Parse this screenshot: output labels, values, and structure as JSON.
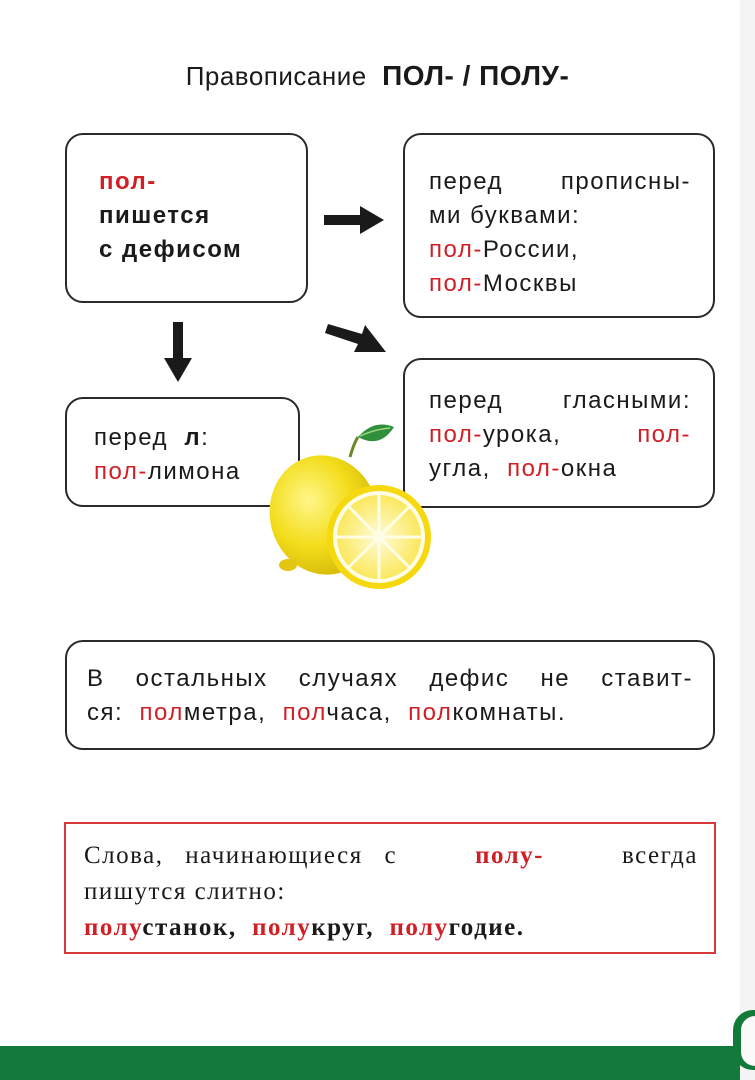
{
  "title": {
    "prefix": "Правописание",
    "forms": "ПОЛ- / ПОЛУ-"
  },
  "rule_main": {
    "prefix": "пол-",
    "line1": "пишется",
    "line2": "с дефисом"
  },
  "rule_capitals": {
    "line1": "перед прописны-",
    "line2": "ми буквами:",
    "ex1_prefix": "пол-",
    "ex1_rest": "России,",
    "ex2_prefix": "пол-",
    "ex2_rest": "Москвы"
  },
  "rule_l": {
    "line1": "перед",
    "letter": "л",
    "colon": ":",
    "ex_prefix": "пол-",
    "ex_rest": "лимона"
  },
  "rule_vowels": {
    "line1": "перед гласными:",
    "ex1_prefix": "пол-",
    "ex1_rest": "урока,",
    "ex2_prefix": "пол-",
    "ex2_rest": "угла,",
    "ex3_prefix": "пол-",
    "ex3_rest": "окна"
  },
  "rule_other": {
    "line1": "В остальных случаях дефис не ставит-",
    "line2_start": "ся:",
    "ex1_prefix": "пол",
    "ex1_rest": "метра,",
    "ex2_prefix": "пол",
    "ex2_rest": "часа,",
    "ex3_prefix": "пол",
    "ex3_rest": "комнаты."
  },
  "rule_polu": {
    "line1_start": "Слова, начинающиеся с",
    "line1_prefix": "полу-",
    "line1_end": "всегда",
    "line2": "пишутся слитно:",
    "ex1_prefix": "полу",
    "ex1_rest": "станок,",
    "ex2_prefix": "полу",
    "ex2_rest": "круг,",
    "ex3_prefix": "полу",
    "ex3_rest": "годие."
  },
  "colors": {
    "accent_red": "#d11f26",
    "box_border": "#2a2a2a",
    "rule_border": "#d63a3a",
    "footer_green": "#147a3c",
    "lemon": "#f3dd1a"
  },
  "icons": {
    "arrows": "black-arrow-icon",
    "illustration": "lemon-icon"
  }
}
